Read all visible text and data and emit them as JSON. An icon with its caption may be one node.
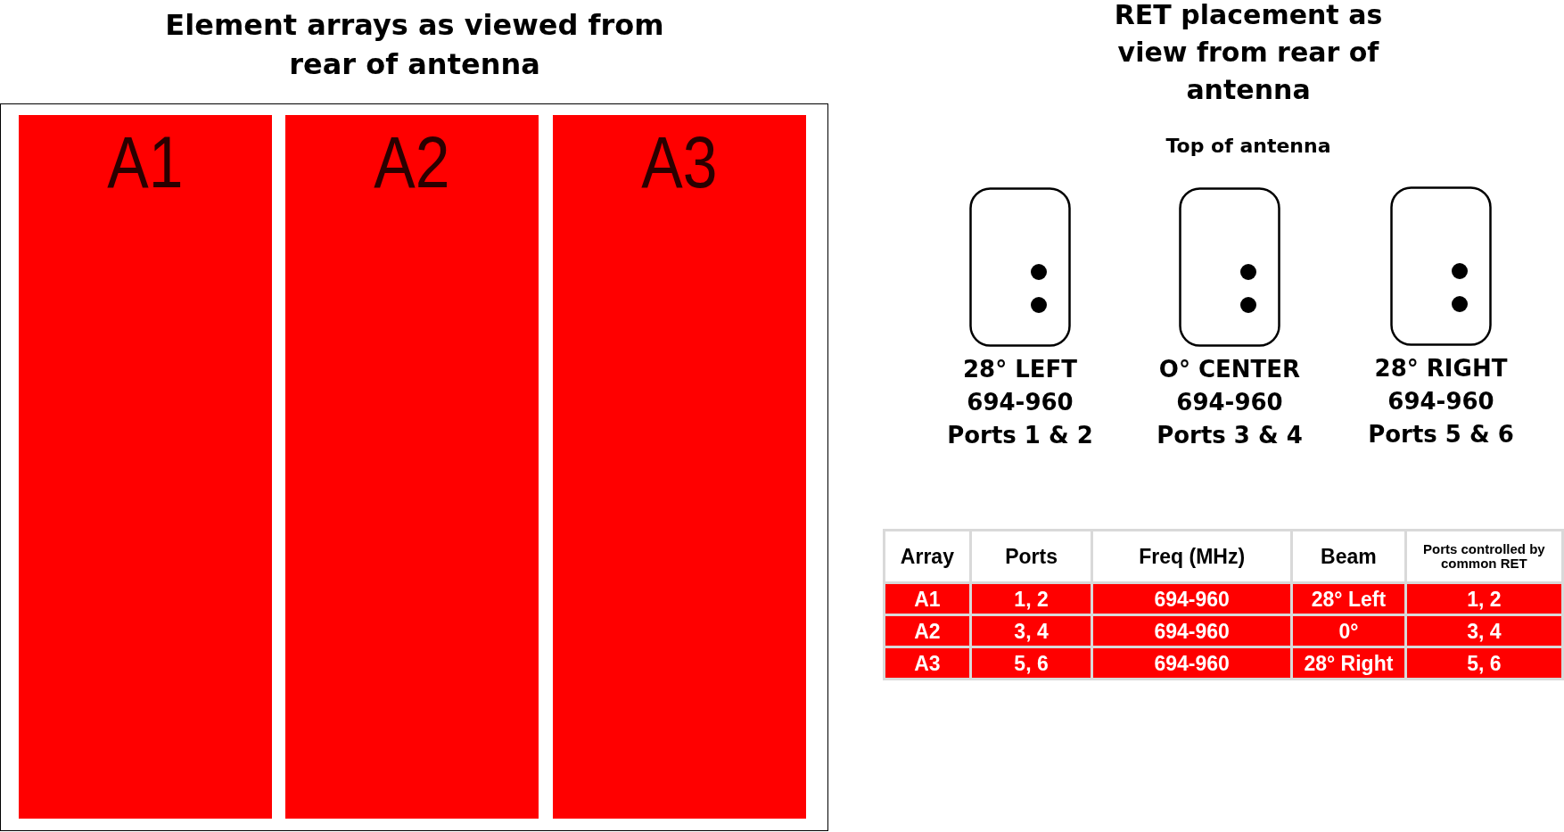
{
  "diagram": {
    "nodes": [
      {
        "text": [],
        "shape": "box"
      },
      {
        "text": [
          "A1"
        ],
        "in": 0
      },
      {
        "text": [
          "A2"
        ],
        "in": 0
      },
      {
        "text": [
          "A3"
        ],
        "in": 0
      },
      {
        "text": [],
        "shape": "box",
        "beside": [
          "28° LEFT",
          "694-960",
          "Ports 1 & 2"
        ]
      },
      {
        "text": [],
        "shape": "box",
        "beside": [
          "O° CENTER",
          "694-960",
          "Ports 3 & 4"
        ]
      },
      {
        "text": [],
        "shape": "box",
        "beside": [
          "28° RIGHT",
          "694-960",
          "Ports 5 & 6"
        ]
      }
    ],
    "labels": [
      "Element arrays as viewed from rear of antenna",
      "RET placement as view from rear of antenna",
      "Top of antenna",
      "Array",
      "Ports",
      "Freq (MHz)",
      "Beam",
      "Ports controlled by common RET",
      "A1",
      "1, 2",
      "694-960",
      "28° Left",
      "1, 2",
      "A2",
      "3, 4",
      "694-960",
      "0°",
      "3, 4",
      "A3",
      "5, 6",
      "694-960",
      "28° Right",
      "5, 6"
    ]
  }
}
